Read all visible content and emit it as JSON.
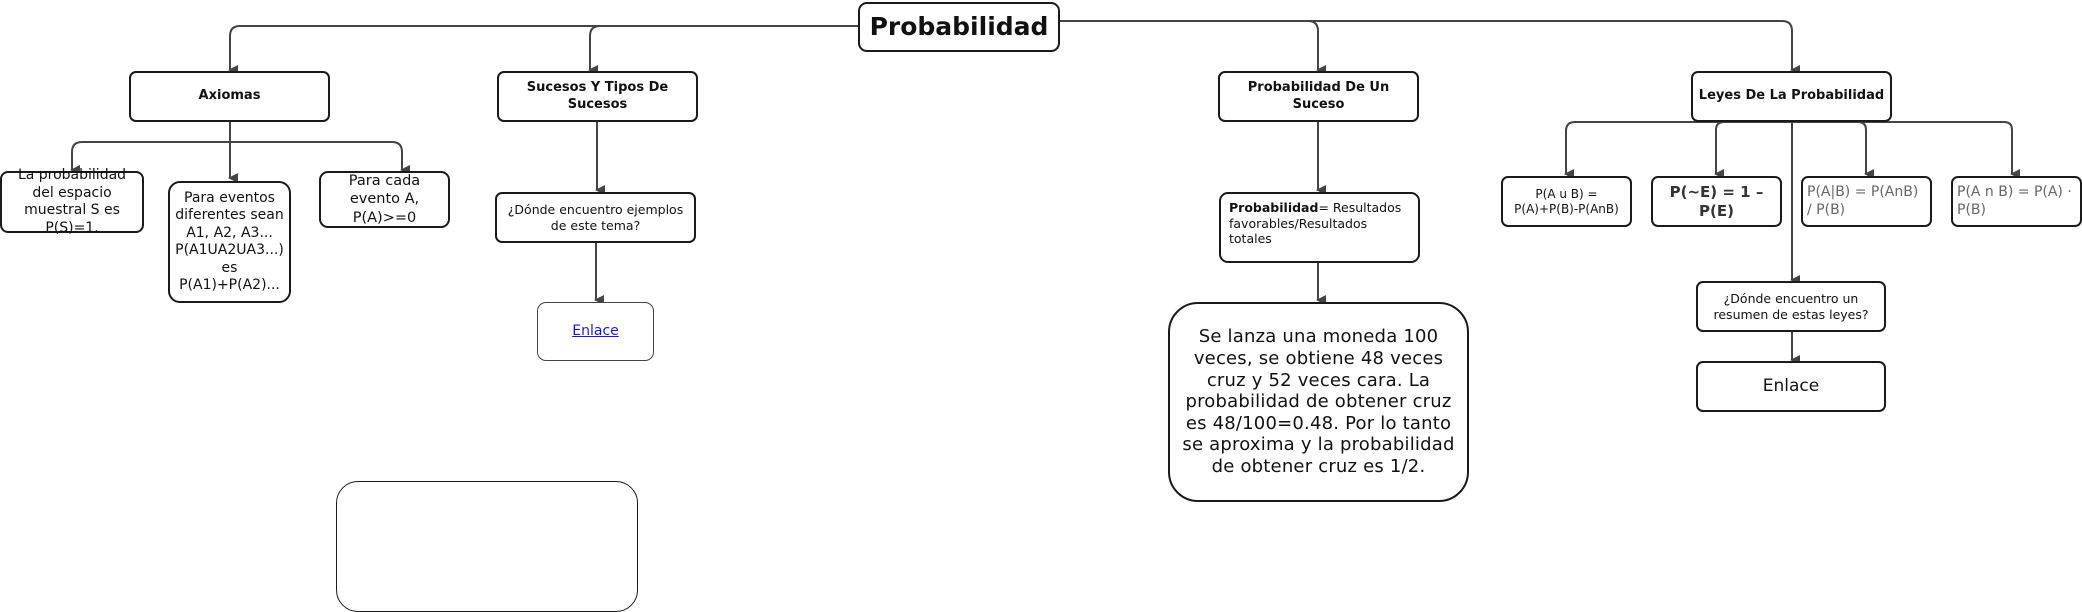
{
  "root": "Probabilidad",
  "branches": {
    "axiomas": {
      "title": "Axiomas",
      "items": [
        "La probabilidad del espacio muestral S es P(S)=1.",
        "Para eventos diferentes sean A1, A2, A3... P(A1UA2UA3...) es P(A1)+P(A2)...",
        "Para cada evento A, P(A)>=0"
      ]
    },
    "sucesos": {
      "title": "Sucesos Y Tipos De Sucesos",
      "question": "¿Dónde encuentro ejemplos de este tema?",
      "link": "Enlace"
    },
    "suceso": {
      "title": "Probabilidad De Un Suceso",
      "formula_label": "Probabilidad",
      "formula_rest": "= Resultados favorables/Resultados totales",
      "example": "Se lanza una moneda 100 veces, se obtiene 48 veces cruz y 52 veces cara. La probabilidad de obtener cruz es 48/100=0.48. Por lo tanto se aproxima y la probabilidad de obtener cruz es 1/2."
    },
    "leyes": {
      "title": "Leyes De La Probabilidad",
      "items": [
        "P(A u B) = P(A)+P(B)-P(AnB)",
        "P(~E) = 1 – P(E)",
        "P(A|B) = P(AnB) / P(B)",
        "P(A n B) = P(A) · P(B)"
      ],
      "question": "¿Dónde encuentro un resumen de estas leyes?",
      "link": "Enlace"
    }
  }
}
